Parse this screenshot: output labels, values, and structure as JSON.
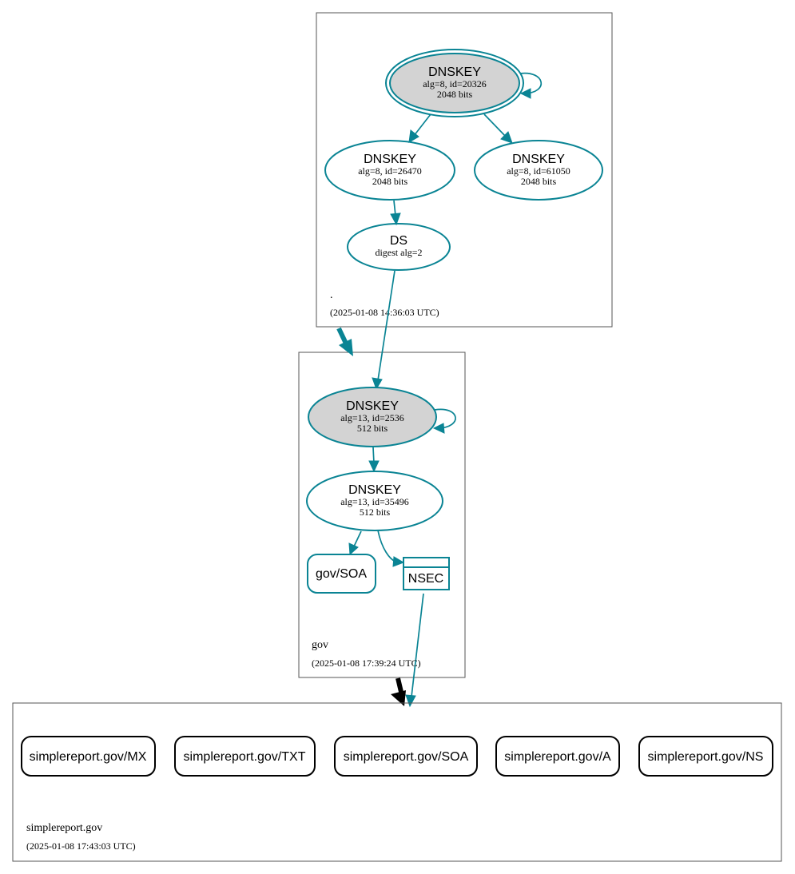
{
  "colors": {
    "edge": "#0a8494",
    "node_fill_ksk": "#d3d3d3",
    "node_fill": "#ffffff",
    "cluster_border": "#555555",
    "delegation_secure": "#0a8494",
    "delegation_insecure": "#000000"
  },
  "zones": {
    "root": {
      "name": ".",
      "timestamp": "(2025-01-08 14:36:03 UTC)",
      "ksk": {
        "title": "DNSKEY",
        "line1": "alg=8, id=20326",
        "line2": "2048 bits"
      },
      "zsk1": {
        "title": "DNSKEY",
        "line1": "alg=8, id=26470",
        "line2": "2048 bits"
      },
      "zsk2": {
        "title": "DNSKEY",
        "line1": "alg=8, id=61050",
        "line2": "2048 bits"
      },
      "ds": {
        "title": "DS",
        "line1": "digest alg=2"
      }
    },
    "gov": {
      "name": "gov",
      "timestamp": "(2025-01-08 17:39:24 UTC)",
      "ksk": {
        "title": "DNSKEY",
        "line1": "alg=13, id=2536",
        "line2": "512 bits"
      },
      "zsk": {
        "title": "DNSKEY",
        "line1": "alg=13, id=35496",
        "line2": "512 bits"
      },
      "soa": "gov/SOA",
      "nsec": "NSEC"
    },
    "simplereport": {
      "name": "simplereport.gov",
      "timestamp": "(2025-01-08 17:43:03 UTC)",
      "records": [
        "simplereport.gov/MX",
        "simplereport.gov/TXT",
        "simplereport.gov/SOA",
        "simplereport.gov/A",
        "simplereport.gov/NS"
      ]
    }
  }
}
